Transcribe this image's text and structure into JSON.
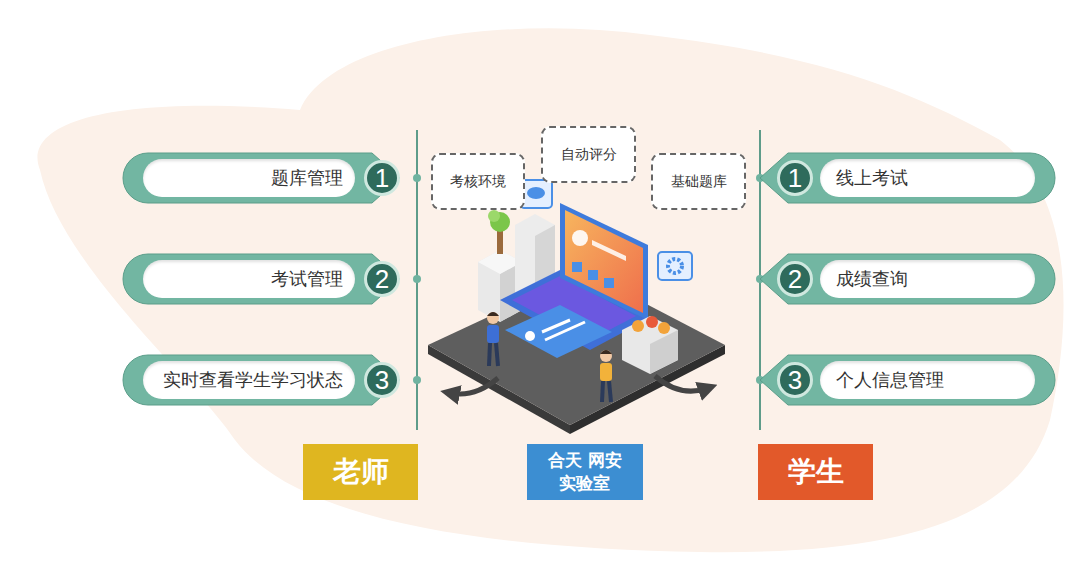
{
  "diagram": {
    "nodes": [
      {
        "text": [
          "题库管理"
        ]
      },
      {
        "text": [
          "1"
        ],
        "in": 0
      },
      {
        "text": [
          "考试管理"
        ]
      },
      {
        "text": [
          "2"
        ],
        "in": 2
      },
      {
        "text": [
          "实时查看学生学习状态"
        ]
      },
      {
        "text": [
          "3"
        ],
        "in": 4
      },
      {
        "text": [
          "考核环境"
        ]
      },
      {
        "text": [
          "自动评分"
        ]
      },
      {
        "text": [
          "基础题库"
        ]
      },
      {
        "text": [
          "线上考试"
        ]
      },
      {
        "text": [
          "1"
        ],
        "in": 9
      },
      {
        "text": [
          "成绩查询"
        ]
      },
      {
        "text": [
          "2"
        ],
        "in": 11
      },
      {
        "text": [
          "个人信息管理"
        ]
      },
      {
        "text": [
          "3"
        ],
        "in": 13
      },
      {
        "text": [
          "老师"
        ]
      },
      {
        "text": [
          "合天 网安实验室"
        ]
      },
      {
        "text": [
          "学生"
        ]
      }
    ]
  }
}
